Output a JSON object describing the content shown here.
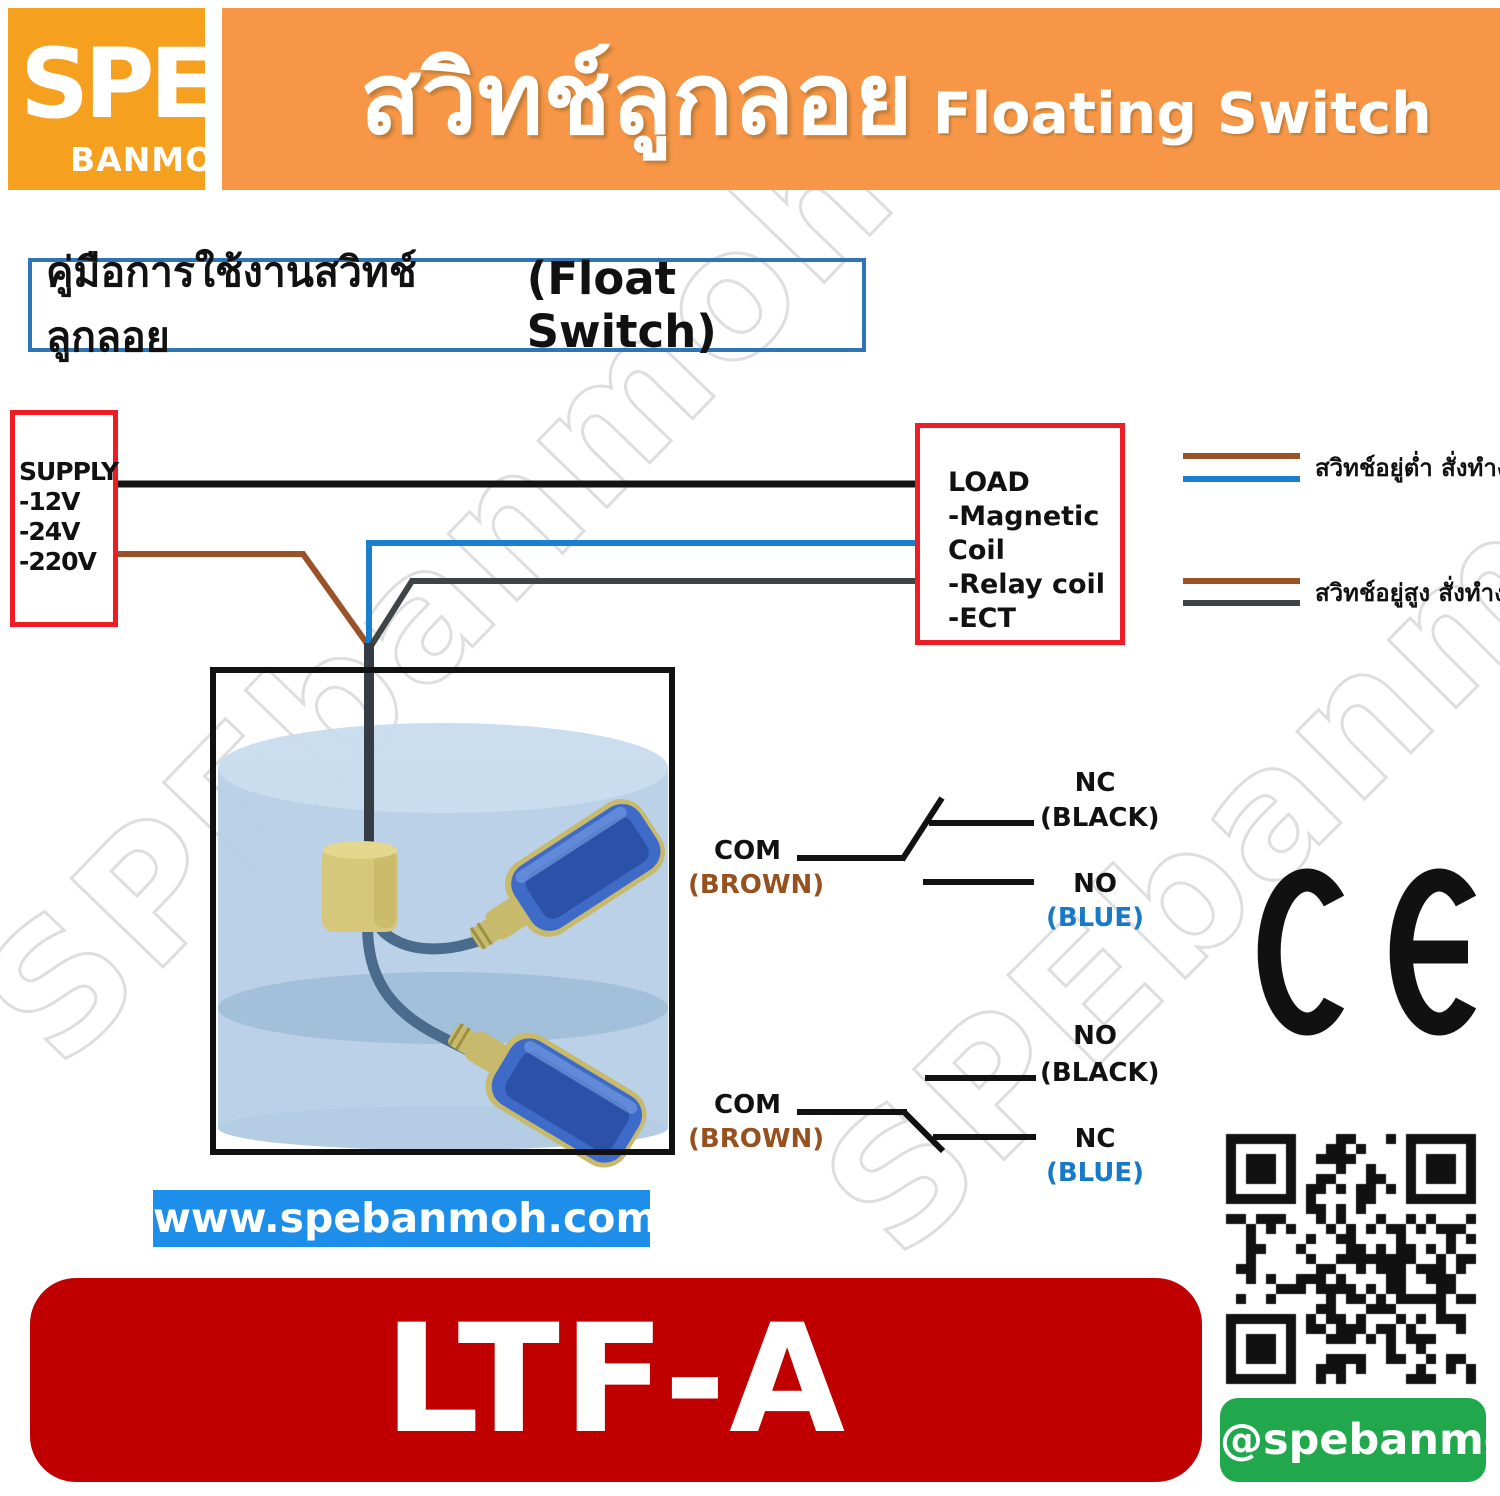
{
  "logo": {
    "brand": "SPE",
    "sub_brand": "BANMOH"
  },
  "header": {
    "title_thai": "สวิทช์ลูกลอย",
    "title_en": "Floating Switch"
  },
  "manual_title": {
    "thai": "คู่มือการใช้งานสวิทช์ลูกลอย",
    "en": "(Float Switch)"
  },
  "supply_box": {
    "title": "SUPPLY",
    "options": [
      "-12V",
      "-24V",
      "-220V"
    ]
  },
  "load_box": {
    "title": "LOAD",
    "items": [
      "-Magnetic Coil",
      "-Relay coil",
      "-ECT"
    ]
  },
  "wire_legend": {
    "low": {
      "label": "สวิทช์อยู่ต่ำ สั่งทำงาน",
      "wire_colors": [
        "brown",
        "blue"
      ]
    },
    "high": {
      "label": "สวิทช์อยู่สูง สั่งทำงาน",
      "wire_colors": [
        "brown",
        "black"
      ]
    }
  },
  "switch_diagram_top": {
    "com_label": "COM",
    "com_wire": "(BROWN)",
    "upper_label": "NC",
    "upper_wire": "(BLACK)",
    "lower_label": "NO",
    "lower_wire": "(BLUE)"
  },
  "switch_diagram_bottom": {
    "com_label": "COM",
    "com_wire": "(BROWN)",
    "upper_label": "NO",
    "upper_wire": "(BLACK)",
    "lower_label": "NC",
    "lower_wire": "(BLUE)"
  },
  "certification": "CE",
  "website": "www.spebanmoh.com",
  "model_code": "LTF-A",
  "social_badge": "@spebanmoh",
  "watermark_text": "SPEbanmoh",
  "colors": {
    "brand_orange": "#F6A01F",
    "banner_orange": "#F79646",
    "box_border_red": "#EE1C25",
    "model_red": "#C00000",
    "website_blue": "#1D8FEA",
    "badge_green": "#21A84D",
    "wire_brown": "#9C5227",
    "wire_blue": "#1B7FD0",
    "wire_black": "#141414",
    "wire_gray": "#3F4447",
    "title_border_blue": "#2E75B6"
  }
}
